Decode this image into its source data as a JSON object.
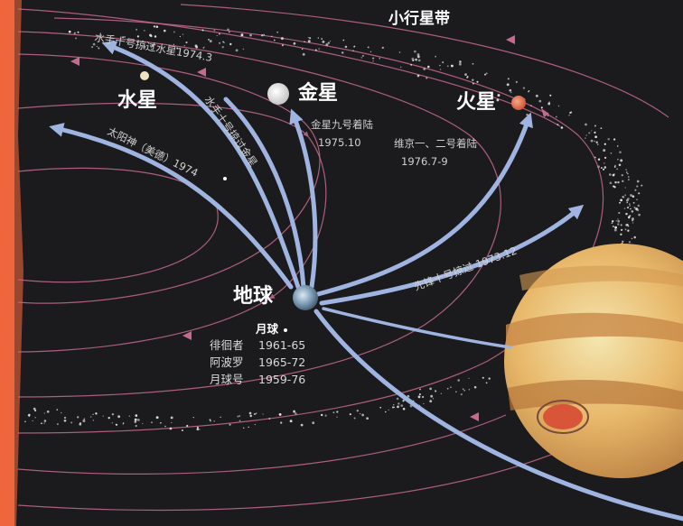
{
  "labels": {
    "asteroid_belt": "小行星带",
    "mercury": "水星",
    "venus": "金星",
    "mars": "火星",
    "earth": "地球",
    "moon": "月球"
  },
  "missions": {
    "mariner10_mercury": "水手十号掠过水星1974.3",
    "mariner10_venus": "水手十号掠过金星",
    "helios": "太阳神（美德）1974",
    "venera9_line1": "金星九号着陆",
    "venera9_line2": "1975.10",
    "viking_line1": "维京一、二号着陆",
    "viking_line2": "1976.7-9",
    "pioneer10": "先锋十号掠过 1973.12"
  },
  "moon_missions": [
    {
      "name": "徘徊者",
      "years": "1961-65"
    },
    {
      "name": "阿波罗",
      "years": "1965-72"
    },
    {
      "name": "月球号",
      "years": "1959-76"
    }
  ],
  "colors": {
    "background": "#1b1b1d",
    "sun": "#f0663c",
    "orbit": "#c56a8e",
    "trajectory": "#9fb4e0",
    "text": "#ffffff"
  }
}
